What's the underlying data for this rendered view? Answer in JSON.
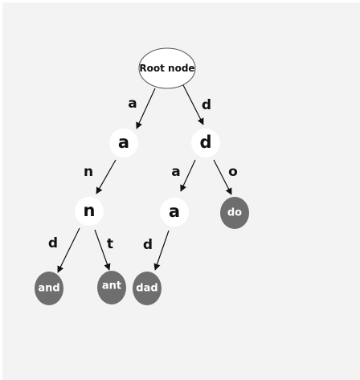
{
  "colors": {
    "background": "#f3f3f3",
    "node_white": "#ffffff",
    "node_leaf": "#6e6e6e",
    "text_dark": "#111111",
    "text_light": "#ffffff",
    "edge": "#111111"
  },
  "nodes": {
    "root": "Root node",
    "a": "a",
    "d": "d",
    "an": "n",
    "da": "a",
    "and": "and",
    "ant": "ant",
    "dad": "dad",
    "do": "do"
  },
  "edges": {
    "root_a": "a",
    "root_d": "d",
    "a_an": "n",
    "d_da": "a",
    "d_do": "o",
    "an_and": "d",
    "an_ant": "t",
    "da_dad": "d"
  }
}
